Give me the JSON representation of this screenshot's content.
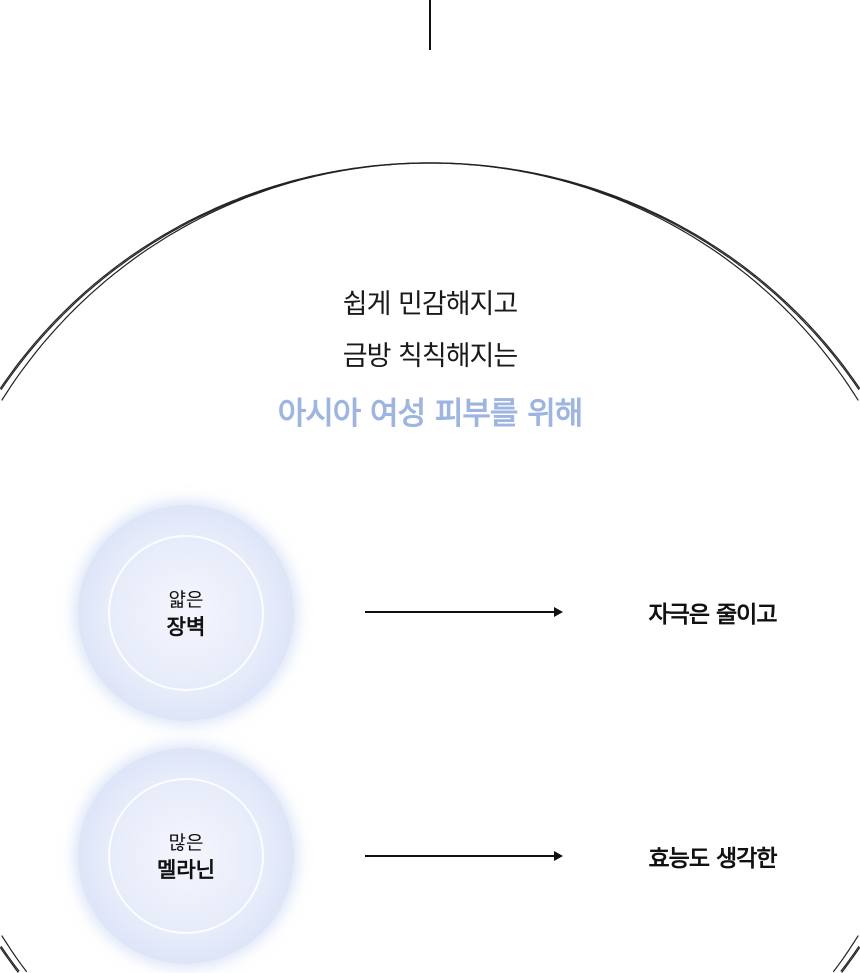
{
  "headline": {
    "line1": "쉽게 민감해지고",
    "line2": "금방 칙칙해지는",
    "accent": "아시아 여성 피부를 위해"
  },
  "items": [
    {
      "badge_top": "얇은",
      "badge_bottom": "장벽",
      "result": "자극은 줄이고"
    },
    {
      "badge_top": "많은",
      "badge_bottom": "멜라닌",
      "result": "효능도 생각한"
    }
  ],
  "colors": {
    "accent": "#9db5e0",
    "text": "#111111"
  }
}
